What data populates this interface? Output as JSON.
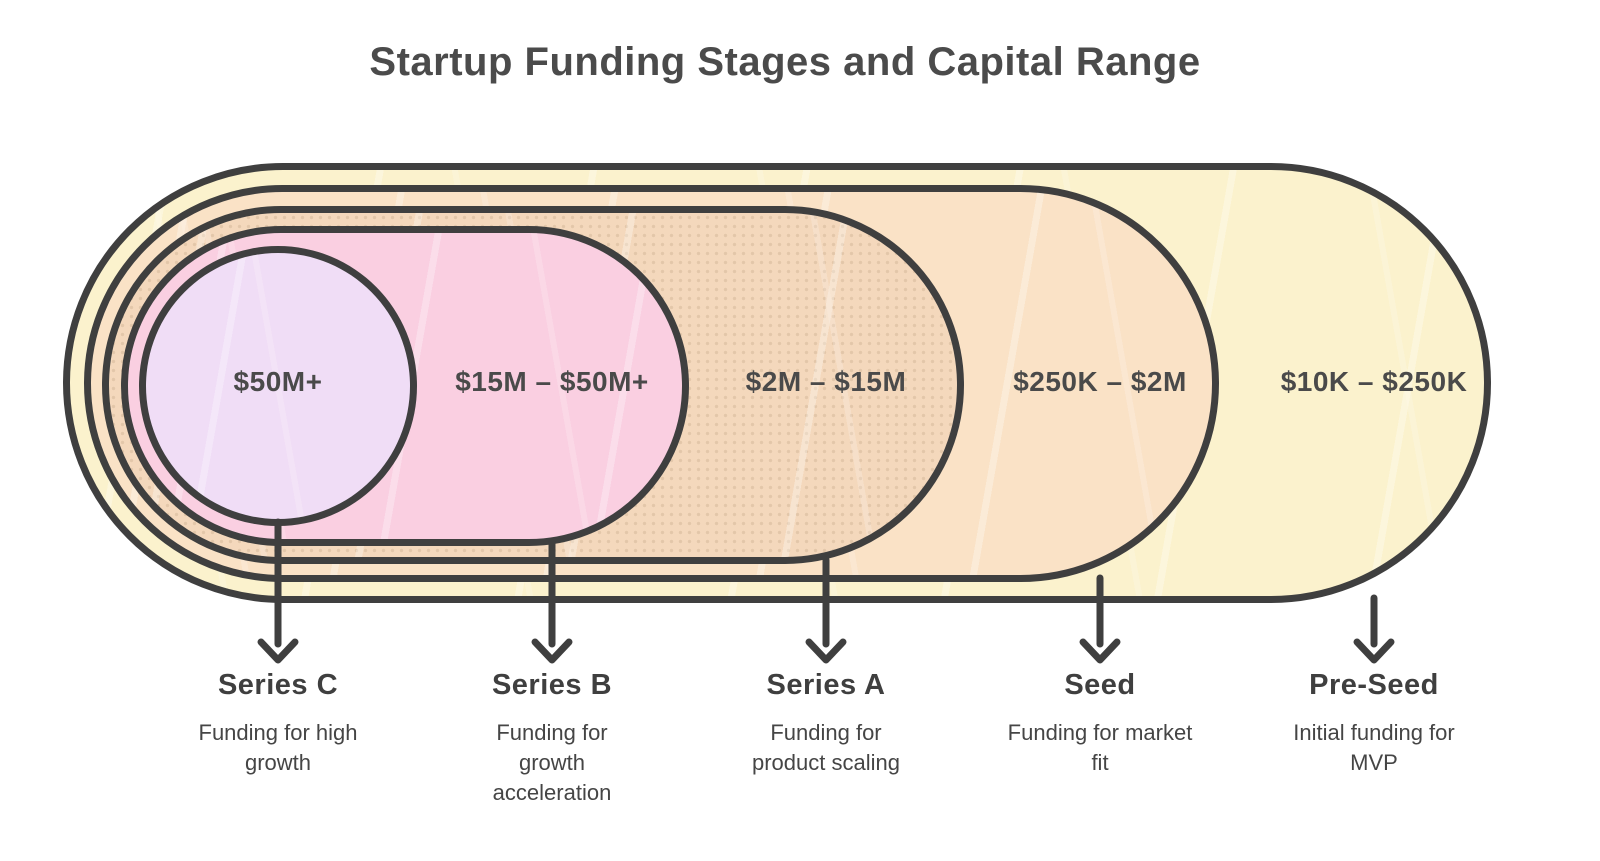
{
  "title": "Startup Funding Stages and Capital Range",
  "colors": {
    "stroke": "#3f3f3f",
    "text": "#474747",
    "background": "#ffffff"
  },
  "icons": {
    "stage_pointer": "arrow-down"
  },
  "stages": [
    {
      "name": "Series C",
      "amount": "$50M+",
      "description": "Funding for high\ngrowth",
      "fill": "#f0ddf6"
    },
    {
      "name": "Series B",
      "amount": "$15M – $50M+",
      "description": "Funding for\ngrowth\nacceleration",
      "fill": "#facfe1"
    },
    {
      "name": "Series A",
      "amount": "$2M – $15M",
      "description": "Funding for\nproduct scaling",
      "fill": "#f4d8bc"
    },
    {
      "name": "Seed",
      "amount": "$250K – $2M",
      "description": "Funding for market\nfit",
      "fill": "#fae2c6"
    },
    {
      "name": "Pre-Seed",
      "amount": "$10K – $250K",
      "description": "Initial funding for\nMVP",
      "fill": "#fbf2cd"
    }
  ]
}
